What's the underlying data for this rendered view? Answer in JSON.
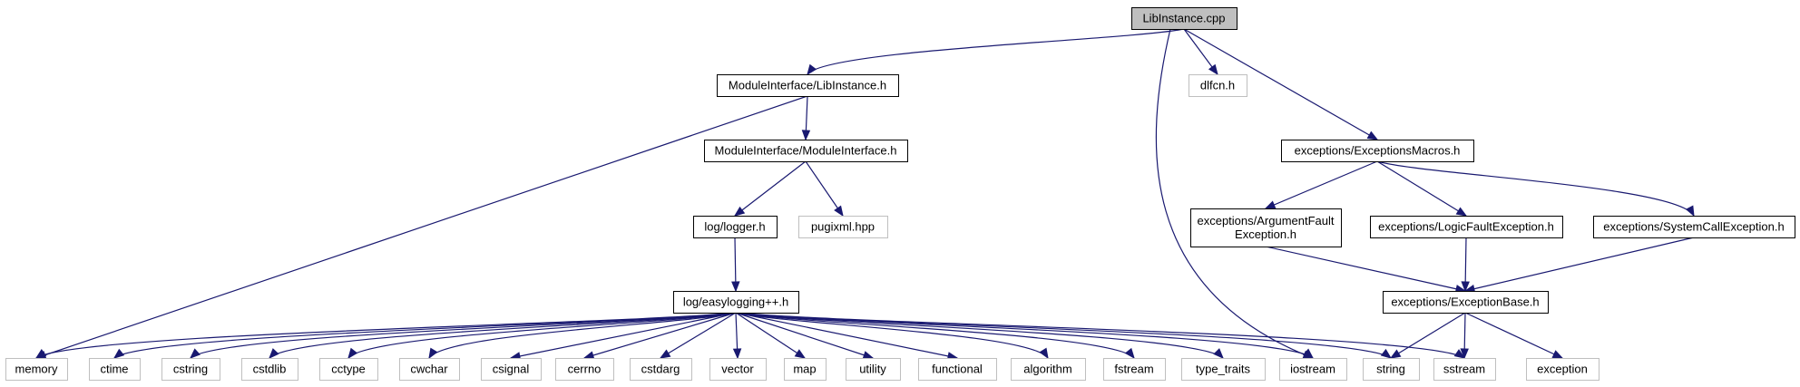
{
  "title": "LibInstance.cpp",
  "colors": {
    "edge": "#191970",
    "main_fill": "#bfbfbf",
    "local_border": "#000000",
    "system_border": "#bfbfbf",
    "text": "#000000",
    "background": "#ffffff"
  },
  "nodes": [
    {
      "id": "libinstance_cpp",
      "kind": "main",
      "lines": [
        "LibInstance.cpp"
      ]
    },
    {
      "id": "moduleinterface_libinstance_h",
      "kind": "local",
      "lines": [
        "ModuleInterface/LibInstance.h"
      ]
    },
    {
      "id": "dlfcn_h",
      "kind": "system",
      "lines": [
        "dlfcn.h"
      ]
    },
    {
      "id": "moduleinterface_moduleinterface_h",
      "kind": "local",
      "lines": [
        "ModuleInterface/ModuleInterface.h"
      ]
    },
    {
      "id": "exceptions_exceptionsmacros_h",
      "kind": "local",
      "lines": [
        "exceptions/ExceptionsMacros.h"
      ]
    },
    {
      "id": "log_logger_h",
      "kind": "local",
      "lines": [
        "log/logger.h"
      ]
    },
    {
      "id": "pugixml_hpp",
      "kind": "system",
      "lines": [
        "pugixml.hpp"
      ]
    },
    {
      "id": "exceptions_argumentfaultexception_h",
      "kind": "local",
      "lines": [
        "exceptions/ArgumentFault",
        "Exception.h"
      ]
    },
    {
      "id": "exceptions_logicfaultexception_h",
      "kind": "local",
      "lines": [
        "exceptions/LogicFaultException.h"
      ]
    },
    {
      "id": "exceptions_systemcallexception_h",
      "kind": "local",
      "lines": [
        "exceptions/SystemCallException.h"
      ]
    },
    {
      "id": "log_easylogging_h",
      "kind": "local",
      "lines": [
        "log/easylogging++.h"
      ]
    },
    {
      "id": "exceptions_exceptionbase_h",
      "kind": "local",
      "lines": [
        "exceptions/ExceptionBase.h"
      ]
    },
    {
      "id": "memory",
      "kind": "system",
      "lines": [
        "memory"
      ]
    },
    {
      "id": "ctime",
      "kind": "system",
      "lines": [
        "ctime"
      ]
    },
    {
      "id": "cstring",
      "kind": "system",
      "lines": [
        "cstring"
      ]
    },
    {
      "id": "cstdlib",
      "kind": "system",
      "lines": [
        "cstdlib"
      ]
    },
    {
      "id": "cctype",
      "kind": "system",
      "lines": [
        "cctype"
      ]
    },
    {
      "id": "cwchar",
      "kind": "system",
      "lines": [
        "cwchar"
      ]
    },
    {
      "id": "csignal",
      "kind": "system",
      "lines": [
        "csignal"
      ]
    },
    {
      "id": "cerrno",
      "kind": "system",
      "lines": [
        "cerrno"
      ]
    },
    {
      "id": "cstdarg",
      "kind": "system",
      "lines": [
        "cstdarg"
      ]
    },
    {
      "id": "vector",
      "kind": "system",
      "lines": [
        "vector"
      ]
    },
    {
      "id": "map",
      "kind": "system",
      "lines": [
        "map"
      ]
    },
    {
      "id": "utility",
      "kind": "system",
      "lines": [
        "utility"
      ]
    },
    {
      "id": "functional",
      "kind": "system",
      "lines": [
        "functional"
      ]
    },
    {
      "id": "algorithm",
      "kind": "system",
      "lines": [
        "algorithm"
      ]
    },
    {
      "id": "fstream",
      "kind": "system",
      "lines": [
        "fstream"
      ]
    },
    {
      "id": "type_traits",
      "kind": "system",
      "lines": [
        "type_traits"
      ]
    },
    {
      "id": "iostream",
      "kind": "system",
      "lines": [
        "iostream"
      ]
    },
    {
      "id": "string",
      "kind": "system",
      "lines": [
        "string"
      ]
    },
    {
      "id": "sstream",
      "kind": "system",
      "lines": [
        "sstream"
      ]
    },
    {
      "id": "exception",
      "kind": "system",
      "lines": [
        "exception"
      ]
    }
  ],
  "edges": [
    [
      "libinstance_cpp",
      "moduleinterface_libinstance_h"
    ],
    [
      "libinstance_cpp",
      "dlfcn_h"
    ],
    [
      "libinstance_cpp",
      "iostream"
    ],
    [
      "libinstance_cpp",
      "exceptions_exceptionsmacros_h"
    ],
    [
      "moduleinterface_libinstance_h",
      "moduleinterface_moduleinterface_h"
    ],
    [
      "moduleinterface_libinstance_h",
      "memory"
    ],
    [
      "moduleinterface_moduleinterface_h",
      "log_logger_h"
    ],
    [
      "moduleinterface_moduleinterface_h",
      "pugixml_hpp"
    ],
    [
      "log_logger_h",
      "log_easylogging_h"
    ],
    [
      "log_easylogging_h",
      "memory"
    ],
    [
      "log_easylogging_h",
      "ctime"
    ],
    [
      "log_easylogging_h",
      "cstring"
    ],
    [
      "log_easylogging_h",
      "cstdlib"
    ],
    [
      "log_easylogging_h",
      "cctype"
    ],
    [
      "log_easylogging_h",
      "cwchar"
    ],
    [
      "log_easylogging_h",
      "csignal"
    ],
    [
      "log_easylogging_h",
      "cerrno"
    ],
    [
      "log_easylogging_h",
      "cstdarg"
    ],
    [
      "log_easylogging_h",
      "vector"
    ],
    [
      "log_easylogging_h",
      "map"
    ],
    [
      "log_easylogging_h",
      "utility"
    ],
    [
      "log_easylogging_h",
      "functional"
    ],
    [
      "log_easylogging_h",
      "algorithm"
    ],
    [
      "log_easylogging_h",
      "fstream"
    ],
    [
      "log_easylogging_h",
      "type_traits"
    ],
    [
      "log_easylogging_h",
      "iostream"
    ],
    [
      "log_easylogging_h",
      "string"
    ],
    [
      "log_easylogging_h",
      "sstream"
    ],
    [
      "exceptions_exceptionsmacros_h",
      "exceptions_argumentfaultexception_h"
    ],
    [
      "exceptions_exceptionsmacros_h",
      "exceptions_logicfaultexception_h"
    ],
    [
      "exceptions_exceptionsmacros_h",
      "exceptions_systemcallexception_h"
    ],
    [
      "exceptions_argumentfaultexception_h",
      "exceptions_exceptionbase_h"
    ],
    [
      "exceptions_logicfaultexception_h",
      "exceptions_exceptionbase_h"
    ],
    [
      "exceptions_systemcallexception_h",
      "exceptions_exceptionbase_h"
    ],
    [
      "exceptions_exceptionbase_h",
      "string"
    ],
    [
      "exceptions_exceptionbase_h",
      "sstream"
    ],
    [
      "exceptions_exceptionbase_h",
      "exception"
    ]
  ]
}
